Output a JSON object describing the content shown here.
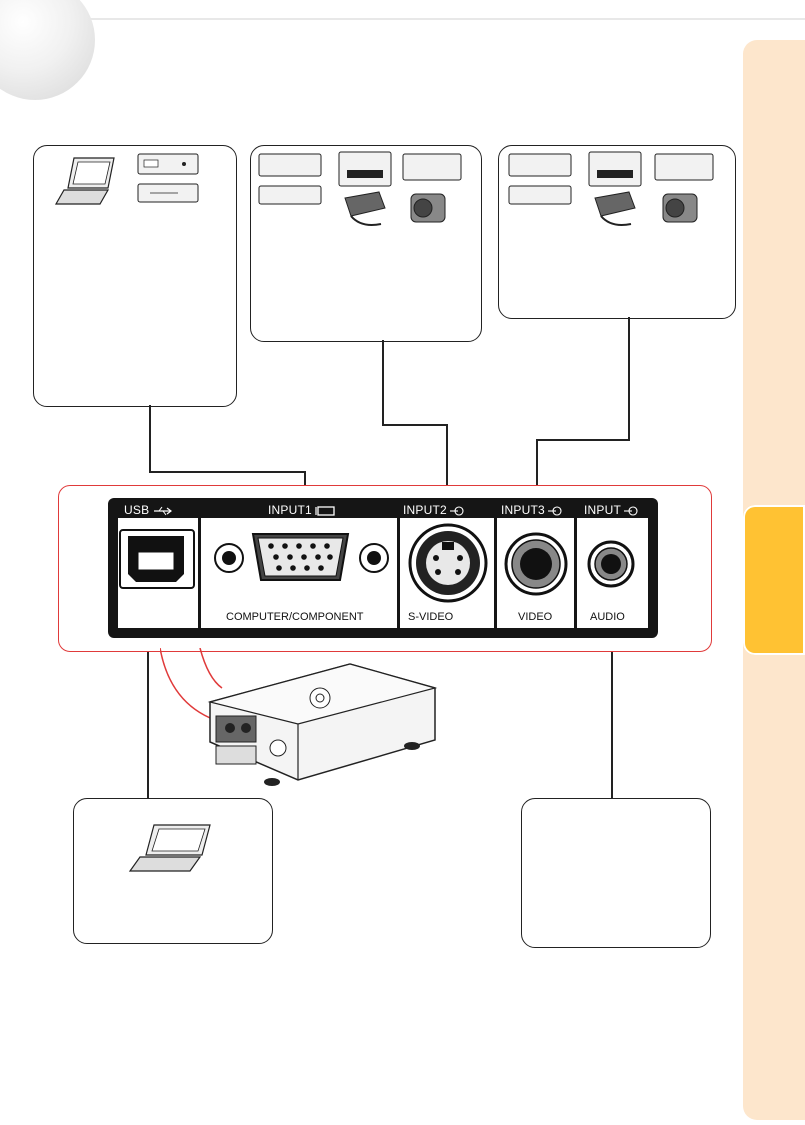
{
  "panel": {
    "usb": "USB",
    "input1": "INPUT1",
    "input2": "INPUT2",
    "input3": "INPUT3",
    "audio_input": "INPUT",
    "computer_component": "COMPUTER/COMPONENT",
    "s_video": "S-VIDEO",
    "video": "VIDEO",
    "audio": "AUDIO"
  },
  "colors": {
    "panel_frame": "#e03a3a",
    "side_tab": "#fde6cc",
    "side_tab_active": "#ffc233"
  },
  "icons": {
    "usb_symbol": "usb-icon",
    "monitor_symbol": "monitor-icon",
    "input_arrow": "input-arrow-icon"
  }
}
